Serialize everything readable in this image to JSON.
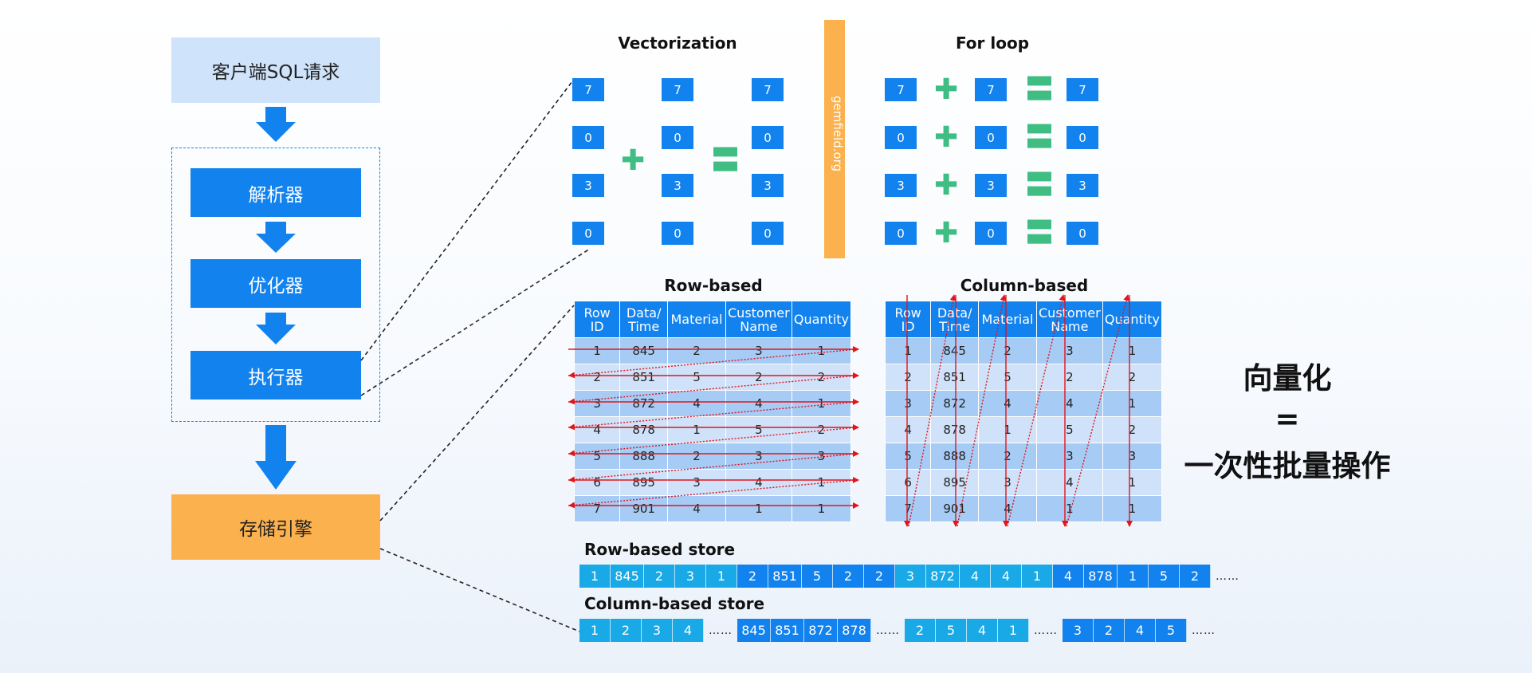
{
  "flow": {
    "client": "客户端SQL请求",
    "parser": "解析器",
    "optimizer": "优化器",
    "executor": "执行器",
    "storage": "存储引擎"
  },
  "vectorization": {
    "title": "Vectorization",
    "a": [
      "7",
      "0",
      "3",
      "0"
    ],
    "b": [
      "7",
      "0",
      "3",
      "0"
    ],
    "result": [
      "7",
      "0",
      "3",
      "0"
    ]
  },
  "watermark": "gemfield.org",
  "forloop": {
    "title": "For loop",
    "a": [
      "7",
      "0",
      "3",
      "0"
    ],
    "b": [
      "7",
      "0",
      "3",
      "0"
    ],
    "result": [
      "7",
      "0",
      "3",
      "0"
    ]
  },
  "row_based": {
    "title": "Row-based",
    "headers": [
      "Row ID",
      "Data/ Time",
      "Material",
      "Customer Name",
      "Quantity"
    ],
    "rows": [
      [
        "1",
        "845",
        "2",
        "3",
        "1"
      ],
      [
        "2",
        "851",
        "5",
        "2",
        "2"
      ],
      [
        "3",
        "872",
        "4",
        "4",
        "1"
      ],
      [
        "4",
        "878",
        "1",
        "5",
        "2"
      ],
      [
        "5",
        "888",
        "2",
        "3",
        "3"
      ],
      [
        "6",
        "895",
        "3",
        "4",
        "1"
      ],
      [
        "7",
        "901",
        "4",
        "1",
        "1"
      ]
    ]
  },
  "column_based": {
    "title": "Column-based",
    "headers": [
      "Row ID",
      "Data/ Time",
      "Material",
      "Customer Name",
      "Quantity"
    ],
    "rows": [
      [
        "1",
        "845",
        "2",
        "3",
        "1"
      ],
      [
        "2",
        "851",
        "5",
        "2",
        "2"
      ],
      [
        "3",
        "872",
        "4",
        "4",
        "1"
      ],
      [
        "4",
        "878",
        "1",
        "5",
        "2"
      ],
      [
        "5",
        "888",
        "2",
        "3",
        "3"
      ],
      [
        "6",
        "895",
        "3",
        "4",
        "1"
      ],
      [
        "7",
        "901",
        "4",
        "1",
        "1"
      ]
    ]
  },
  "row_store": {
    "title": "Row-based store",
    "groups": [
      {
        "values": [
          "1",
          "845",
          "2",
          "3",
          "1"
        ],
        "color": "#18a9e6"
      },
      {
        "values": [
          "2",
          "851",
          "5",
          "2",
          "2"
        ],
        "color": "#1282ee"
      },
      {
        "values": [
          "3",
          "872",
          "4",
          "4",
          "1"
        ],
        "color": "#18a9e6"
      },
      {
        "values": [
          "4",
          "878",
          "1",
          "5",
          "2"
        ],
        "color": "#1282ee"
      }
    ],
    "ellipsis": "……"
  },
  "column_store": {
    "title": "Column-based store",
    "groups": [
      {
        "values": [
          "1",
          "2",
          "3",
          "4"
        ],
        "color": "#18a9e6"
      },
      {
        "values": [
          "845",
          "851",
          "872",
          "878"
        ],
        "color": "#1282ee"
      },
      {
        "values": [
          "2",
          "5",
          "4",
          "1"
        ],
        "color": "#18a9e6"
      },
      {
        "values": [
          "3",
          "2",
          "4",
          "5"
        ],
        "color": "#1282ee"
      }
    ],
    "ellipsis": "……"
  },
  "summary": {
    "line1": "向量化",
    "line2": "=",
    "line3": "一次性批量操作"
  },
  "colors": {
    "blue": "#1282ee",
    "cyan": "#18a9e6",
    "orange": "#fbb14d",
    "light_blue": "#cfe3fb",
    "green": "#3fbd82",
    "red": "#e3141a"
  }
}
